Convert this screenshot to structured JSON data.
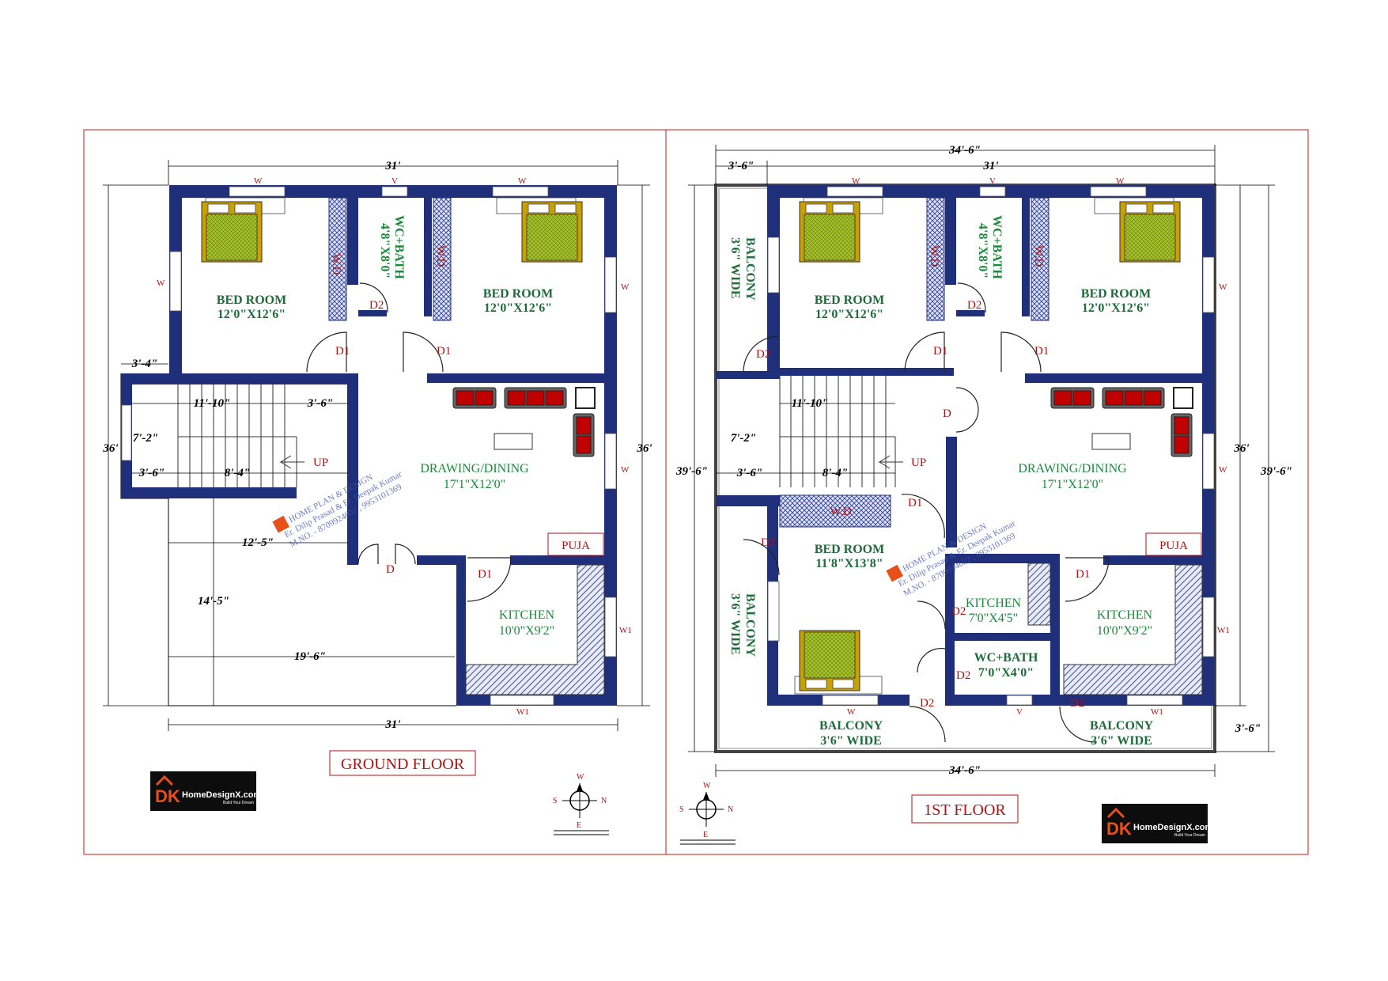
{
  "colors": {
    "wall": "#1f2f7a",
    "frame": "#d04040",
    "room_label": "#1f6b3a",
    "door_label": "#b01010",
    "hatch": "#3b4fa8"
  },
  "ground_floor": {
    "title": "GROUND FLOOR",
    "dims": {
      "top": "31'",
      "bottom": "31'",
      "left": "36'",
      "right": "36'",
      "setback": "3'-4\"",
      "stair_w": "11'-10\"",
      "stair_w2": "3'-6\"",
      "landing": "7'-2\"",
      "stair_a": "3'-6\"",
      "stair_b": "8'-4\"",
      "parking_w": "12'-5\"",
      "parking_d": "14'-5\"",
      "parking_len": "19'-6\""
    },
    "rooms": {
      "bed1_name": "BED ROOM",
      "bed1_size": "12'0\"X12'6\"",
      "bed2_name": "BED ROOM",
      "bed2_size": "12'0\"X12'6\"",
      "wc_name": "WC+BATH",
      "wc_size": "4'8\"X8'0\"",
      "drawing_name": "DRAWING/DINING",
      "drawing_size": "17'1\"X12'0\"",
      "kitchen_name": "KITCHEN",
      "kitchen_size": "10'0\"X9'2\"",
      "puja": "PUJA",
      "up": "UP",
      "wd": "W.D"
    },
    "doors": {
      "d1": "D1",
      "d2": "D2",
      "d": "D"
    },
    "windows": {
      "w": "W",
      "v": "V",
      "w1": "W1"
    }
  },
  "first_floor": {
    "title": "1ST FLOOR",
    "dims": {
      "top_total": "34'-6\"",
      "top_inner": "31'",
      "balcony_w": "3'-6\"",
      "bottom": "34'-6\"",
      "left": "39'-6\"",
      "right_inner": "36'",
      "right_total": "39'-6\"",
      "balcony_d": "3'-6\"",
      "stair_w": "11'-10\"",
      "landing": "7'-2\"",
      "stair_a": "3'-6\"",
      "stair_b": "8'-4\""
    },
    "rooms": {
      "bed1_name": "BED ROOM",
      "bed1_size": "12'0\"X12'6\"",
      "bed2_name": "BED ROOM",
      "bed2_size": "12'0\"X12'6\"",
      "bed3_name": "BED ROOM",
      "bed3_size": "11'8\"X13'8\"",
      "wc_name": "WC+BATH",
      "wc_size": "4'8\"X8'0\"",
      "drawing_name": "DRAWING/DINING",
      "drawing_size": "17'1\"X12'0\"",
      "kitchen_name": "KITCHEN",
      "kitchen_size": "10'0\"X9'2\"",
      "kitchen2_name": "KITCHEN",
      "kitchen2_size": "7'0\"X4'5\"",
      "wc2_name": "WC+BATH",
      "wc2_size": "7'0\"X4'0\"",
      "balcony": "BALCONY",
      "balcony_size": "3'6\" WIDE",
      "puja": "PUJA",
      "up": "UP",
      "wd": "W.D"
    },
    "doors": {
      "d1": "D1",
      "d2": "D2",
      "d": "D"
    },
    "windows": {
      "w": "W",
      "v": "V",
      "w1": "W1"
    }
  },
  "watermark": {
    "line1": "HOME PLAN & DESIGN",
    "line2": "Er. Dilip Prasad & Er. Deepak Kumar",
    "line3": "M.NO. - 8709924602 , 9953101369"
  },
  "logo": {
    "mark": "DK",
    "brand": "HomeDesignX.com",
    "tagline": "Build Your Dream"
  },
  "compass": {
    "n": "N",
    "s": "S",
    "e": "E",
    "w": "W"
  }
}
